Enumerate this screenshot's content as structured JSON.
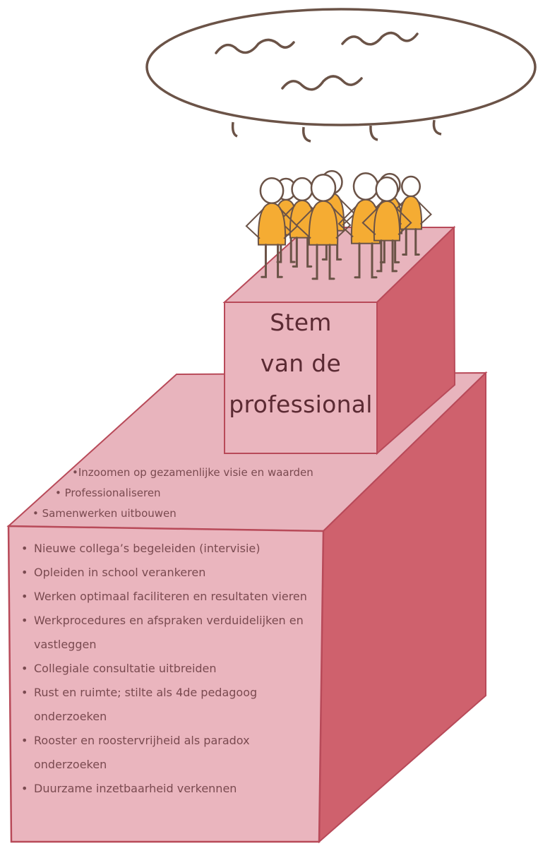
{
  "top_block": {
    "title_lines": [
      "Stem",
      "van de",
      "professional"
    ]
  },
  "top_surface_items": [
    "Inzoomen op gezamenlijke visie en waarden",
    "Professionaliseren",
    "Samenwerken uitbouwen"
  ],
  "front_items": [
    "Nieuwe collega’s begeleiden (intervisie)",
    "Opleiden in school verankeren",
    "Werken optimaal faciliteren en resultaten vieren",
    "Werkprocedures en afspraken verduidelijken en vastleggen",
    "Collegiale consultatie uitbreiden",
    "Rust en ruimte; stilte als 4de pedagoog onderzoeken",
    "Rooster en roostervrijheid als paradox onderzoeken",
    "Duurzame inzetbaarheid verkennen"
  ],
  "colors": {
    "block_top": "#e8b4bd",
    "block_front": "#eab5be",
    "block_side": "#cf616d",
    "outline": "#b84a59",
    "figure_fill": "#f5ac33",
    "ink": "#6b5347"
  },
  "icons": {
    "speech_bubble": "speech-bubble-icon",
    "figure": "person-icon"
  }
}
